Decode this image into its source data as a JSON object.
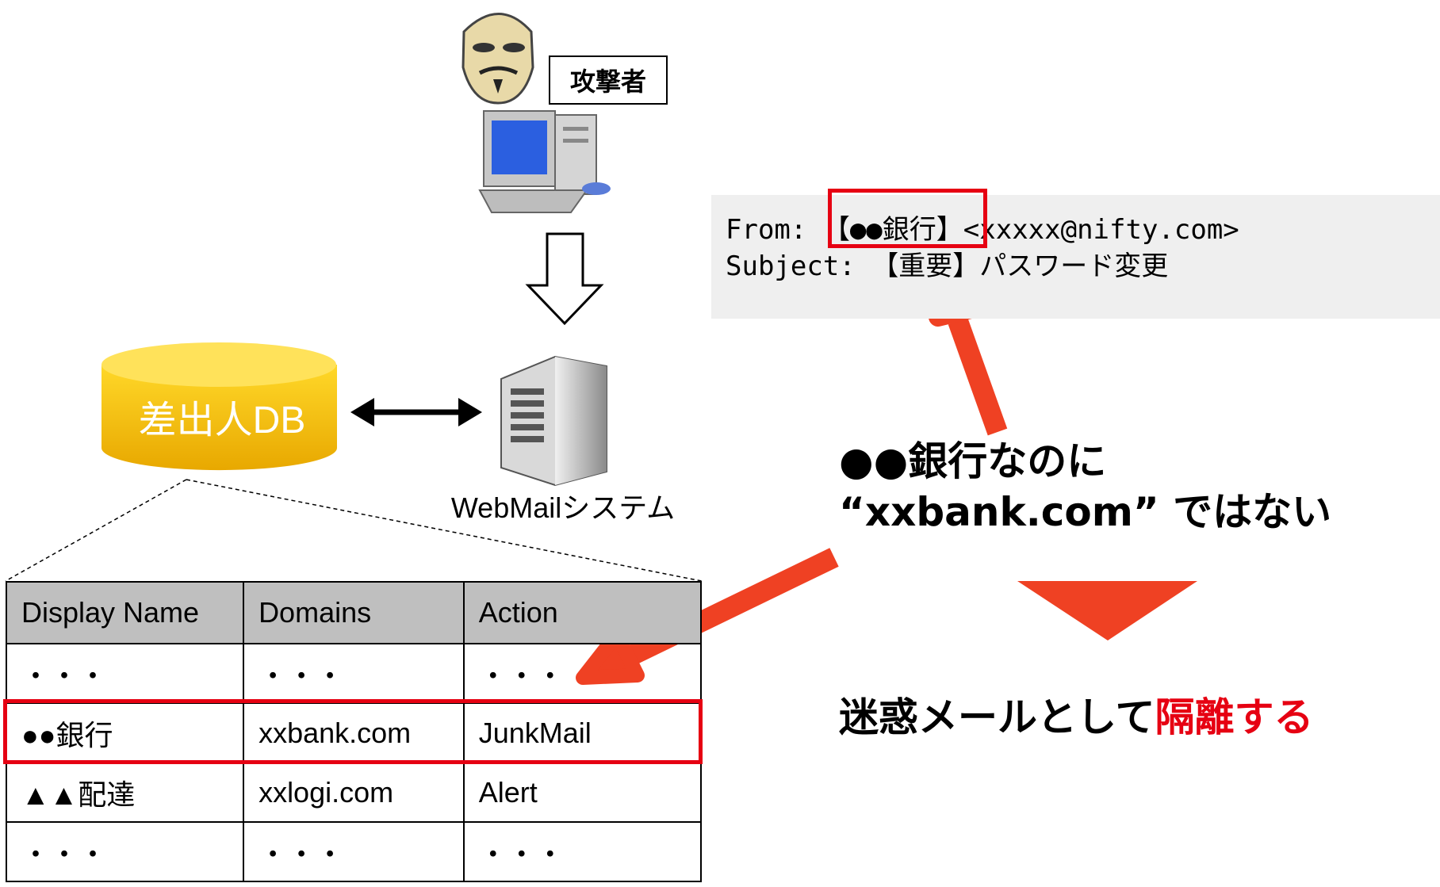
{
  "attacker": {
    "label": "攻撃者"
  },
  "email": {
    "from_prefix": "From: ",
    "from_display_name": "【●●銀行】",
    "from_address": "<xxxxx@nifty.com>",
    "subject_line": "Subject: 【重要】パスワード変更"
  },
  "database": {
    "label": "差出人DB"
  },
  "server": {
    "label": "WebMailシステム"
  },
  "sender_table": {
    "headers": [
      "Display Name",
      "Domains",
      "Action"
    ],
    "rows": [
      [
        "・・・",
        "・・・",
        "・・・"
      ],
      [
        "●●銀行",
        "xxbank.com",
        "JunkMail"
      ],
      [
        "▲▲配達",
        "xxlogi.com",
        "Alert"
      ],
      [
        "・・・",
        "・・・",
        "・・・"
      ]
    ]
  },
  "note": {
    "line1": "●●銀行なのに",
    "line2": "“xxbank.com” ではない"
  },
  "result": {
    "text_black": "迷惑メールとして",
    "text_red": "隔離する"
  },
  "colors": {
    "highlight": "#e60012",
    "arrow": "#ef4123",
    "db": "#f5c400",
    "email_bg": "#efefef",
    "header_bg": "#bfbfbf"
  }
}
